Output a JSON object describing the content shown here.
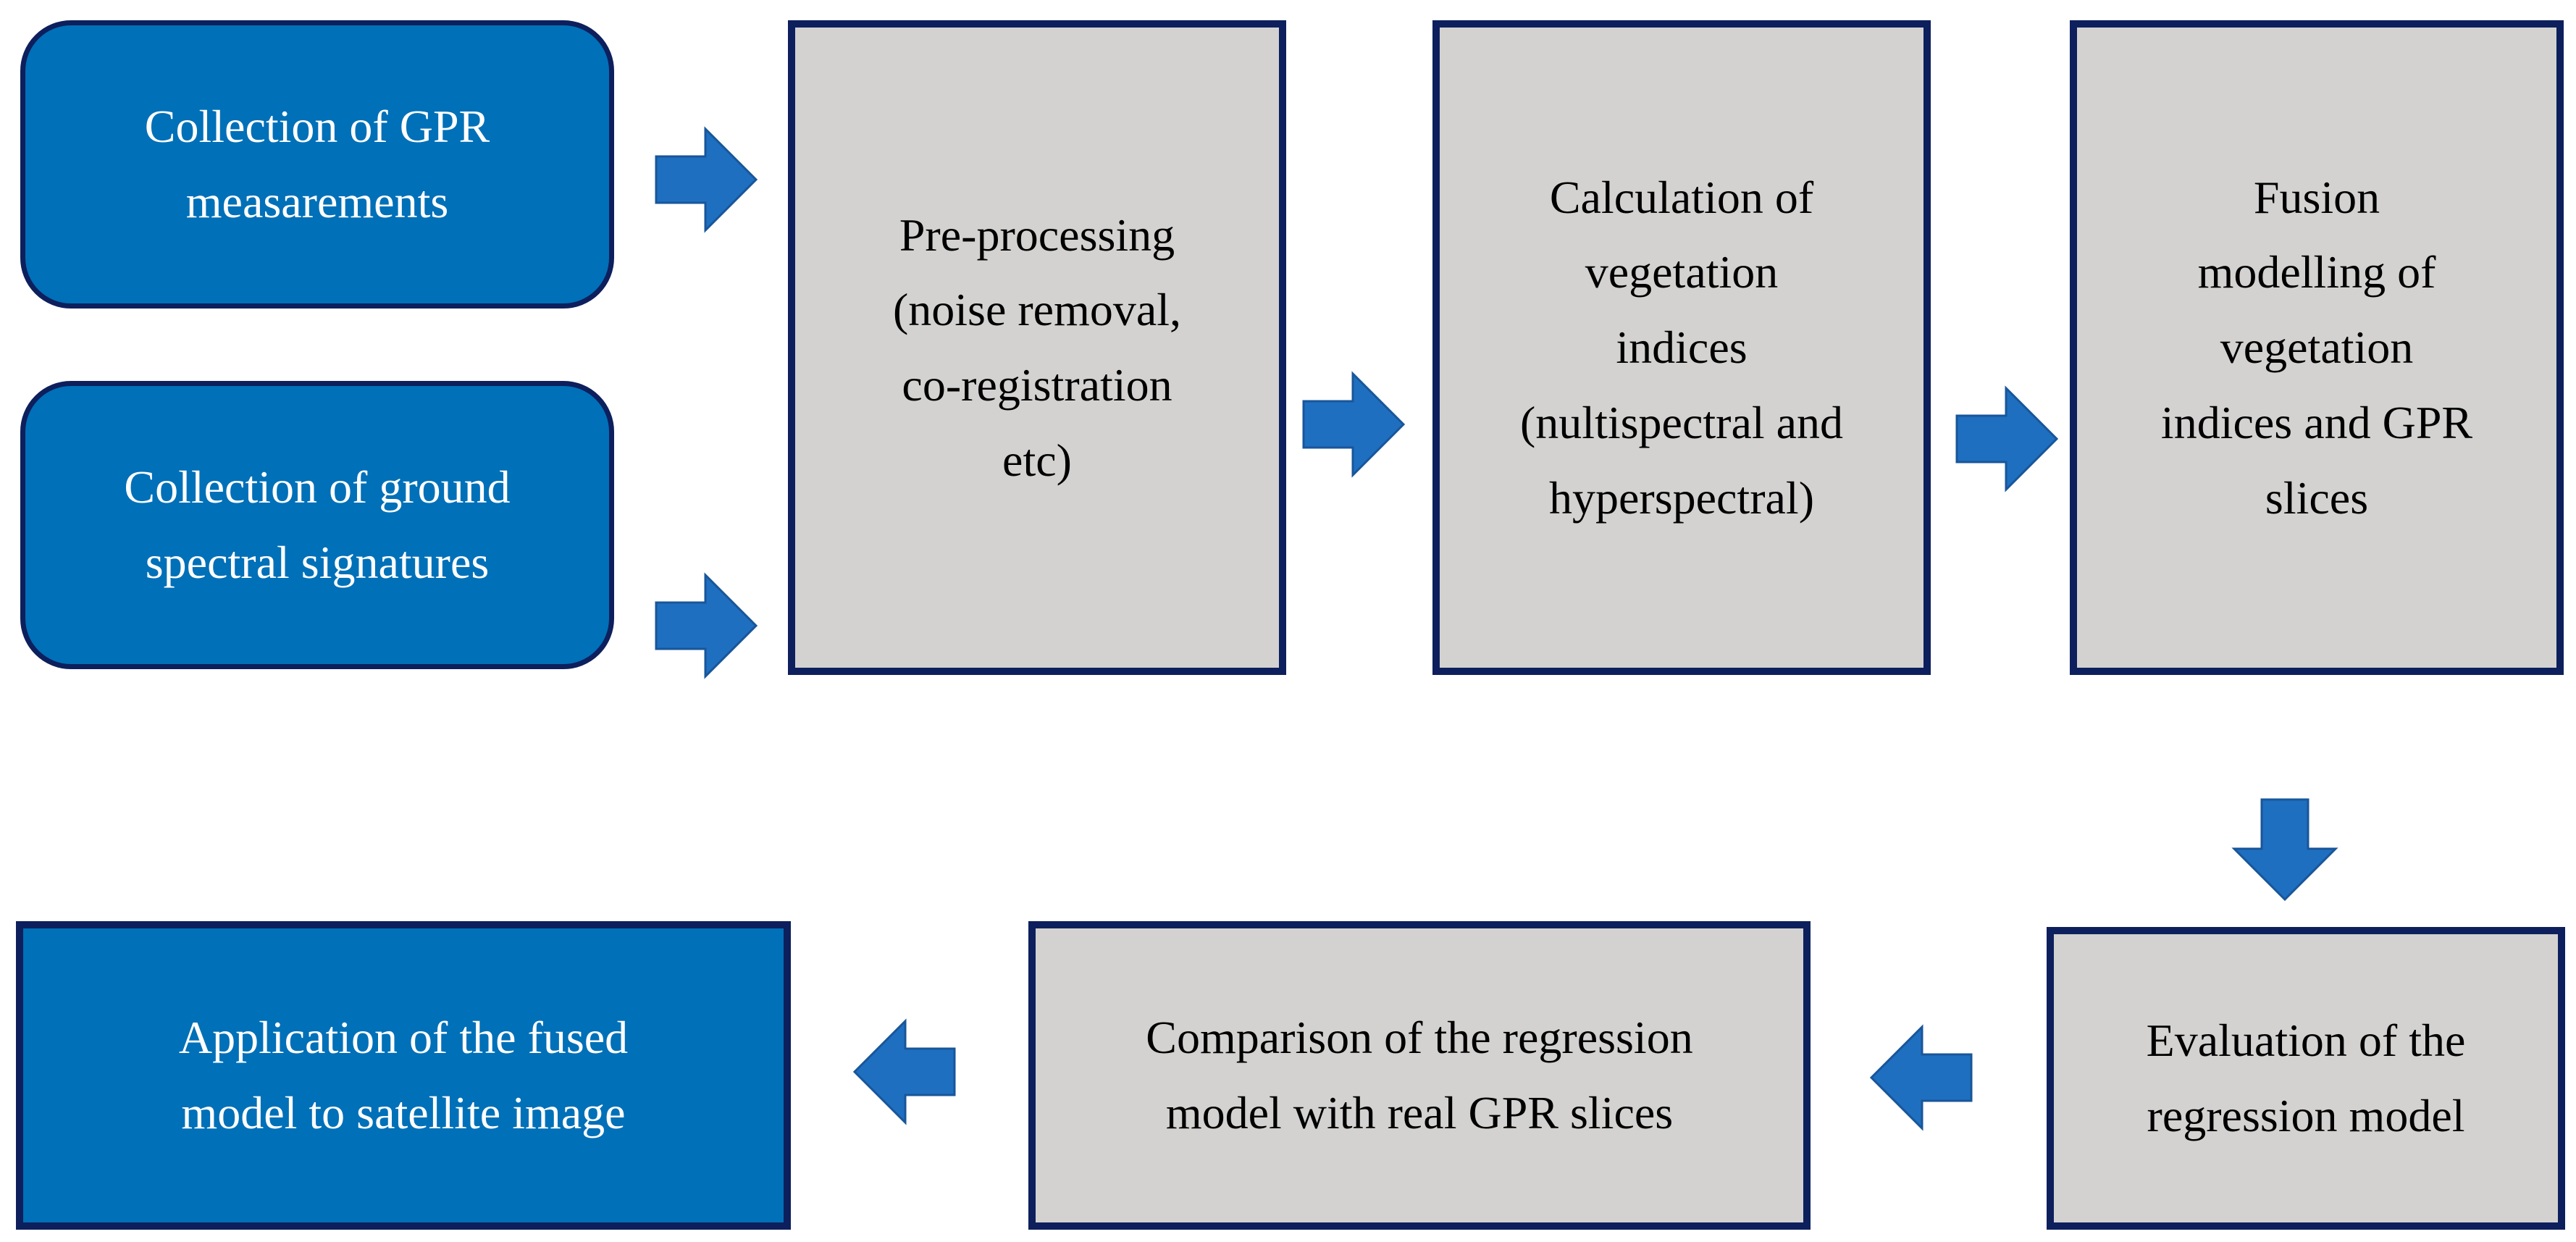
{
  "nodes": {
    "gpr_collection": [
      "Collection of GPR",
      "measarements"
    ],
    "spectral_collection": [
      "Collection of ground",
      "spectral signatures"
    ],
    "preprocessing": [
      "Pre-processing",
      "(noise removal,",
      "co-registration",
      "etc)"
    ],
    "vegetation_indices": [
      "Calculation of",
      "vegetation",
      "indices",
      "(nultispectral and",
      "hyperspectral)"
    ],
    "fusion_modelling": [
      "Fusion",
      "modelling of",
      "vegetation",
      "indices and GPR",
      "slices"
    ],
    "evaluation": [
      "Evaluation of the",
      "regression model"
    ],
    "comparison": [
      "Comparison of the regression",
      "model with real GPR slices"
    ],
    "application": [
      "Application of the fused",
      "model to satellite image"
    ]
  },
  "colors": {
    "input_box": "#0070b8",
    "process_box": "#d3d2d1",
    "border": "#0d1f5c",
    "arrow": "#1f6fc0"
  }
}
